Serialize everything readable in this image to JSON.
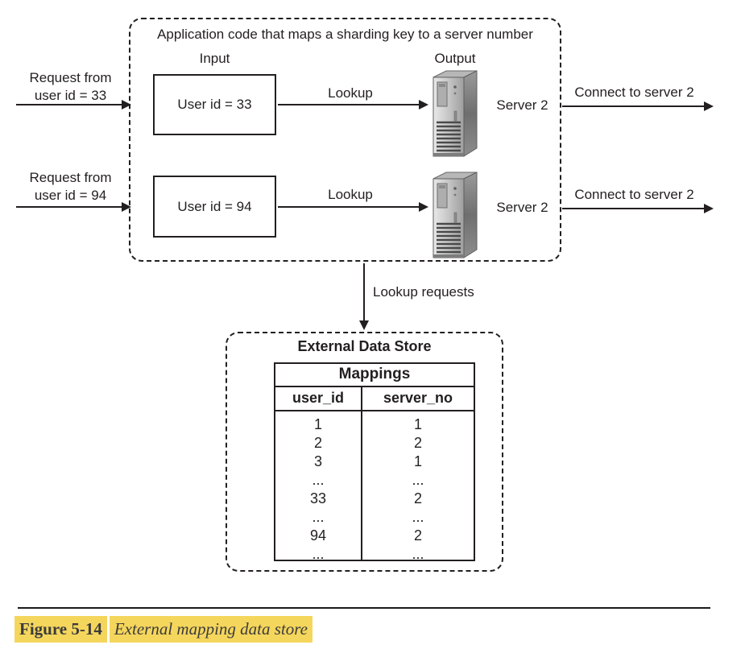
{
  "figure": {
    "app_box": {
      "title": "Application code that maps a sharding key to a server number",
      "input_label": "Input",
      "output_label": "Output",
      "flows": [
        {
          "request_line1": "Request from",
          "request_line2": "user id = 33",
          "input_value": "User id = 33",
          "lookup_label": "Lookup",
          "server_label": "Server 2",
          "connect_label": "Connect to server 2"
        },
        {
          "request_line1": "Request from",
          "request_line2": "user id = 94",
          "input_value": "User id = 94",
          "lookup_label": "Lookup",
          "server_label": "Server 2",
          "connect_label": "Connect to server 2"
        }
      ]
    },
    "lookup_requests_label": "Lookup requests",
    "data_store": {
      "title": "External Data Store",
      "table": {
        "title": "Mappings",
        "columns": [
          "user_id",
          "server_no"
        ],
        "rows": [
          [
            "1",
            "1"
          ],
          [
            "2",
            "2"
          ],
          [
            "3",
            "1"
          ],
          [
            "...",
            "..."
          ],
          [
            "33",
            "2"
          ],
          [
            "...",
            "..."
          ],
          [
            "94",
            "2"
          ],
          [
            "...",
            "..."
          ]
        ]
      }
    },
    "caption": {
      "label": "Figure 5-14",
      "title": "External mapping data store"
    },
    "colors": {
      "ink": "#231f20",
      "caption_highlight": "#f5d65c",
      "server_front": "#c9c9c9",
      "server_side": "#808080"
    }
  }
}
